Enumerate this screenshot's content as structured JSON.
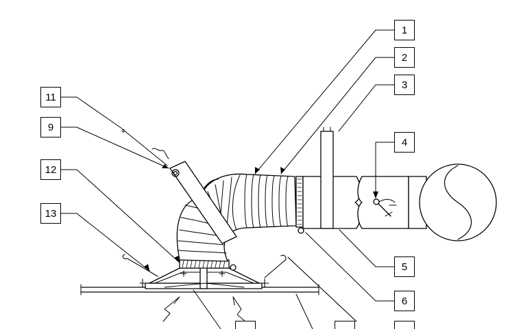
{
  "callouts": {
    "c1": "1",
    "c2": "2",
    "c3": "3",
    "c4": "4",
    "c5": "5",
    "c6": "6",
    "c9": "9",
    "c11": "11",
    "c12": "12",
    "c13": "13"
  },
  "colors": {
    "line": "#000000",
    "background": "#ffffff"
  }
}
